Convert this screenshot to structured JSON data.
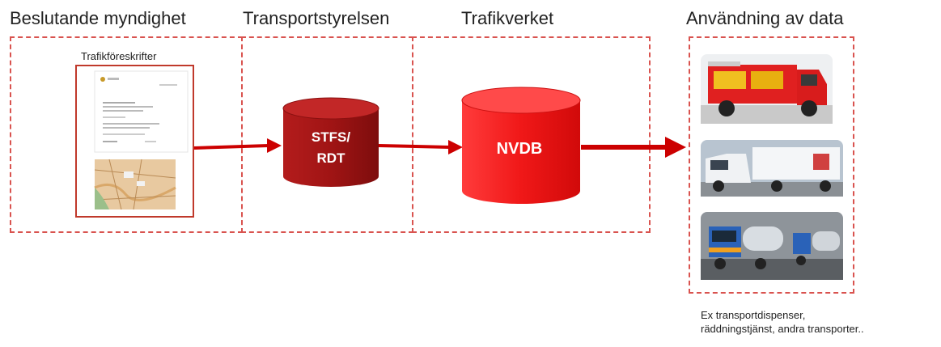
{
  "headings": {
    "authority": "Beslutande myndighet",
    "transportstyrelsen": "Transportstyrelsen",
    "trafikverket": "Trafikverket",
    "usage": "Användning av data"
  },
  "document": {
    "label": "Trafikföreskrifter"
  },
  "databases": {
    "stfs_line1": "STFS/",
    "stfs_line2": "RDT",
    "nvdb": "NVDB"
  },
  "usage_images": {
    "first": "fire-truck-icon",
    "second": "white-semi-truck-icon",
    "third": "heavy-transport-truck-icon"
  },
  "caption": {
    "line1": "Ex transportdispenser,",
    "line2": "räddningstjänst, andra transporter.."
  },
  "colors": {
    "dashed_border": "#d9534f",
    "arrow": "#cc0000",
    "stfs_db": "#a31515",
    "nvdb_db": "#ee1c1c"
  }
}
